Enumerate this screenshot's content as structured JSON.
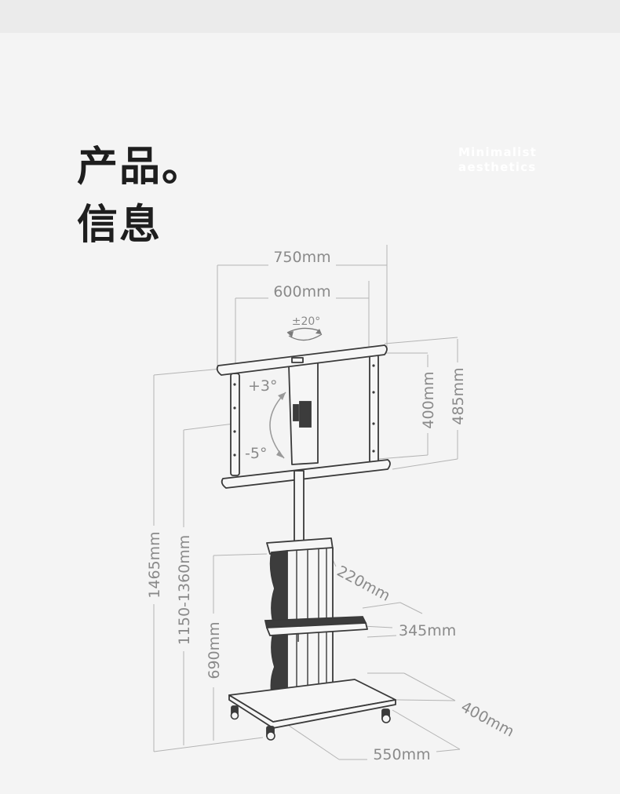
{
  "header": {
    "title_line1": "产品。",
    "title_line2": "信息",
    "tagline_line1": "Minimalist",
    "tagline_line2": "aesthetics"
  },
  "dimensions": {
    "mount_width_outer": "750mm",
    "mount_width_inner": "600mm",
    "swivel": "±20°",
    "tilt_up": "+3°",
    "tilt_down": "-5°",
    "mount_height_inner": "400mm",
    "mount_height_outer": "485mm",
    "total_height": "1465mm",
    "adjust_height": "1150-1360mm",
    "shelf_height": "690mm",
    "shelf_depth": "220mm",
    "shelf_width": "345mm",
    "base_depth": "400mm",
    "base_width": "550mm"
  },
  "colors": {
    "background": "#f4f4f4",
    "title": "#1e1e1e",
    "dimension_text": "#8a8a8a",
    "outline": "#3a3a3a"
  }
}
